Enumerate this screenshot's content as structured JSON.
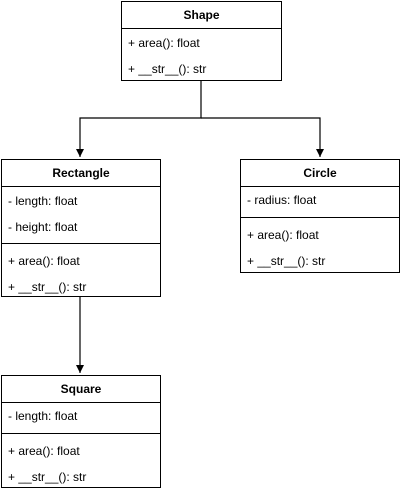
{
  "classes": {
    "shape": {
      "name": "Shape",
      "attributes": [],
      "methods": [
        "+ area(): float",
        "+ __str__(): str"
      ]
    },
    "rectangle": {
      "name": "Rectangle",
      "attributes": [
        "- length: float",
        "- height: float"
      ],
      "methods": [
        "+ area(): float",
        "+ __str__(): str"
      ]
    },
    "circle": {
      "name": "Circle",
      "attributes": [
        "- radius: float"
      ],
      "methods": [
        "+ area(): float",
        "+ __str__(): str"
      ]
    },
    "square": {
      "name": "Square",
      "attributes": [
        "- length: float"
      ],
      "methods": [
        "+ area(): float",
        "+ __str__(): str"
      ]
    }
  },
  "relations": [
    {
      "from": "shape",
      "to": "rectangle",
      "type": "arrow"
    },
    {
      "from": "shape",
      "to": "circle",
      "type": "arrow"
    },
    {
      "from": "rectangle",
      "to": "square",
      "type": "arrow"
    }
  ],
  "colors": {
    "line": "#000000",
    "background": "#ffffff"
  }
}
